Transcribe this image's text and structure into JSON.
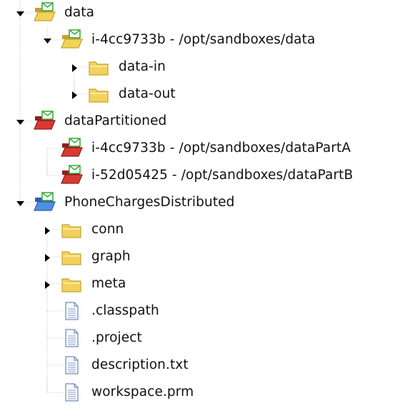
{
  "tree": [
    {
      "id": "data",
      "label": "data",
      "level": 0,
      "kind": "project",
      "state": "normal",
      "expander": "expanded"
    },
    {
      "id": "data-sandbox",
      "label": "i-4cc9733b - /opt/sandboxes/data",
      "level": 1,
      "kind": "sandbox",
      "state": "normal",
      "expander": "expanded"
    },
    {
      "id": "data-in",
      "label": "data-in",
      "level": 2,
      "kind": "folder",
      "expander": "collapsed"
    },
    {
      "id": "data-out",
      "label": "data-out",
      "level": 2,
      "kind": "folder",
      "expander": "collapsed"
    },
    {
      "id": "datapartitioned",
      "label": "dataPartitioned",
      "level": 0,
      "kind": "project",
      "state": "error",
      "expander": "expanded"
    },
    {
      "id": "datapart-a",
      "label": "i-4cc9733b - /opt/sandboxes/dataPartA",
      "level": 1,
      "kind": "sandbox",
      "state": "error",
      "expander": "none"
    },
    {
      "id": "datapart-b",
      "label": "i-52d05425 - /opt/sandboxes/dataPartB",
      "level": 1,
      "kind": "sandbox",
      "state": "error",
      "expander": "none"
    },
    {
      "id": "phonecharges",
      "label": "PhoneChargesDistributed",
      "level": 0,
      "kind": "project",
      "state": "shared",
      "expander": "expanded"
    },
    {
      "id": "conn",
      "label": "conn",
      "level": 1,
      "kind": "folder",
      "expander": "collapsed"
    },
    {
      "id": "graph",
      "label": "graph",
      "level": 1,
      "kind": "folder",
      "expander": "collapsed"
    },
    {
      "id": "meta",
      "label": "meta",
      "level": 1,
      "kind": "folder",
      "expander": "collapsed"
    },
    {
      "id": "classpath",
      "label": ".classpath",
      "level": 1,
      "kind": "file",
      "expander": "none"
    },
    {
      "id": "project",
      "label": ".project",
      "level": 1,
      "kind": "file",
      "expander": "none"
    },
    {
      "id": "description",
      "label": "description.txt",
      "level": 1,
      "kind": "file",
      "expander": "none"
    },
    {
      "id": "workspace",
      "label": "workspace.prm",
      "level": 1,
      "kind": "file",
      "expander": "none"
    }
  ],
  "colors": {
    "guide": "#cfe3cf",
    "folder_yellow": "#f2d25c",
    "folder_yellow_dark": "#c7a22a",
    "folder_red": "#d83a32",
    "folder_blue": "#4f8fe2",
    "envelope_green": "#3dad3d",
    "file_blue": "#6f8fbf",
    "text": "#111111"
  },
  "icons": {
    "project": "project-folder-envelope-icon",
    "sandbox": "sandbox-folder-envelope-icon",
    "folder": "folder-icon",
    "file": "file-icon",
    "expanded": "triangle-down-icon",
    "collapsed": "triangle-right-icon"
  }
}
